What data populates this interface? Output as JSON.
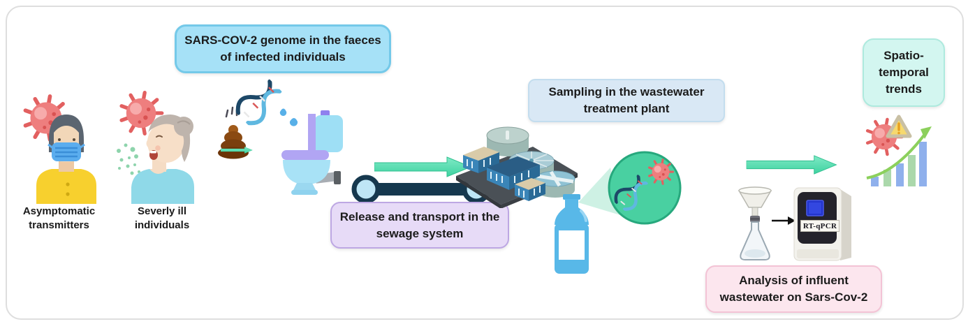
{
  "figure": {
    "description": "Flow diagram of SARS-CoV-2 wastewater-based epidemiology: from infected individuals, through sewage, to wastewater sampling, RT-qPCR analysis and spatio-temporal trend monitoring"
  },
  "people": {
    "asymptomatic_label": "Asymptomatic transmitters",
    "severely_ill_label": "Severly ill individuals"
  },
  "callouts": {
    "genome": {
      "text": "SARS-COV-2 genome in the faeces of infected individuals",
      "fill": "#a6e1f7",
      "border": "#74c9e9"
    },
    "sewage": {
      "text": "Release and transport in the sewage system",
      "fill": "#e7dbf7",
      "border": "#bda7e3"
    },
    "sampling": {
      "text": "Sampling in the wastewater treatment plant",
      "fill": "#d9e8f5",
      "border": "#c3ddee"
    },
    "analysis": {
      "text": "Analysis of influent wastewater on Sars-Cov-2",
      "fill": "#fce6ee",
      "border": "#f3c3d5"
    },
    "trends": {
      "text": "Spatio-temporal trends",
      "fill": "#d3f6f0",
      "border": "#aeeade"
    }
  },
  "machine": {
    "label": "RT-qPCR"
  },
  "icons": [
    "coronavirus-icon",
    "masked-man-icon",
    "sneezing-woman-icon",
    "faeces-icon",
    "dna-helix-icon",
    "toilet-icon",
    "water-droplets-icon",
    "green-arrow-icon",
    "sewer-pipe-icon",
    "treatment-plant-icon",
    "sample-bottle-icon",
    "magnified-sample-icon",
    "filter-flask-icon",
    "rt-qpcr-machine-icon",
    "black-arrow-icon",
    "warning-triangle-icon",
    "trend-bar-chart-icon"
  ],
  "palette": {
    "arrow_green": "#4edaa8",
    "pipe_navy": "#16384e",
    "virus_red": "#ee7e7e",
    "sample_circle_green": "#49d0a1",
    "toilet_blue": "#9edff5",
    "toilet_purple": "#b1a5f3",
    "bottle_blue": "#58b8e8",
    "shirt_yellow": "#f7d02e",
    "shirt_teal": "#8fd9e8"
  }
}
